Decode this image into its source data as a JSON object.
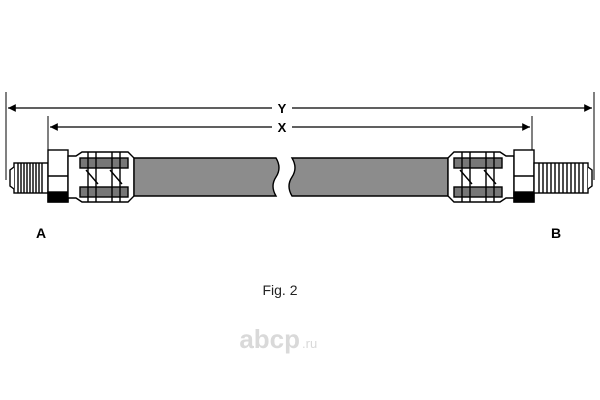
{
  "dimensions": {
    "overall_label": "Y",
    "hose_label": "X"
  },
  "ends": {
    "left_label": "A",
    "right_label": "B"
  },
  "caption": "Fig. 2",
  "watermark": {
    "text": "abcp",
    "suffix": ".ru"
  },
  "colors": {
    "hose_fill": "#8c8c8c",
    "line": "#000000",
    "watermark": "#d9d9d9"
  }
}
